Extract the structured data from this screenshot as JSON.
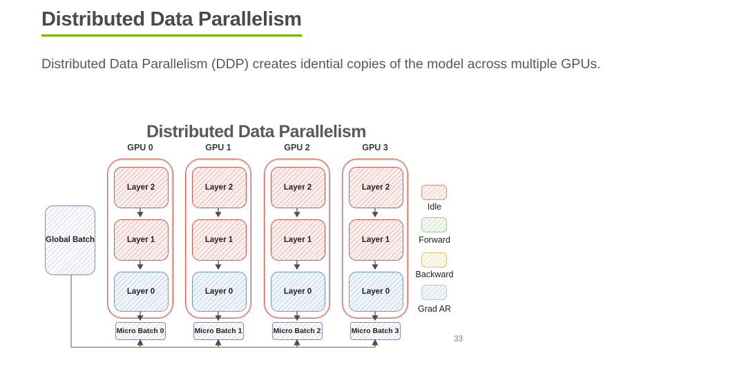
{
  "header": {
    "title": "Distributed Data Parallelism",
    "subtitle": "Distributed Data Parallelism (DDP) creates idential copies of the model across multiple GPUs."
  },
  "diagram": {
    "title": "Distributed Data Parallelism",
    "global_batch_label": "Global Batch",
    "gpus": [
      {
        "label": "GPU 0",
        "layers": [
          "Layer 2",
          "Layer 1",
          "Layer 0"
        ],
        "micro_batch": "Micro Batch 0"
      },
      {
        "label": "GPU 1",
        "layers": [
          "Layer 2",
          "Layer 1",
          "Layer 0"
        ],
        "micro_batch": "Micro Batch 1"
      },
      {
        "label": "GPU 2",
        "layers": [
          "Layer 2",
          "Layer 1",
          "Layer 0"
        ],
        "micro_batch": "Micro Batch 2"
      },
      {
        "label": "GPU 3",
        "layers": [
          "Layer 2",
          "Layer 1",
          "Layer 0"
        ],
        "micro_batch": "Micro Batch 3"
      }
    ],
    "layer_states": {
      "upper_layers": "Idle",
      "layer_0": "Grad AR"
    }
  },
  "legend": {
    "items": [
      {
        "label": "Idle",
        "color": "#d9958c"
      },
      {
        "label": "Forward",
        "color": "#a5c8a0"
      },
      {
        "label": "Backward",
        "color": "#e2c27c"
      },
      {
        "label": "Grad AR",
        "color": "#b5c9e6"
      }
    ]
  },
  "colors": {
    "accent_underline": "#76b900",
    "idle_border": "#c65a4f",
    "grad_ar_border": "#7096c8",
    "batch_border": "#9d7cba"
  },
  "page_number": "33"
}
